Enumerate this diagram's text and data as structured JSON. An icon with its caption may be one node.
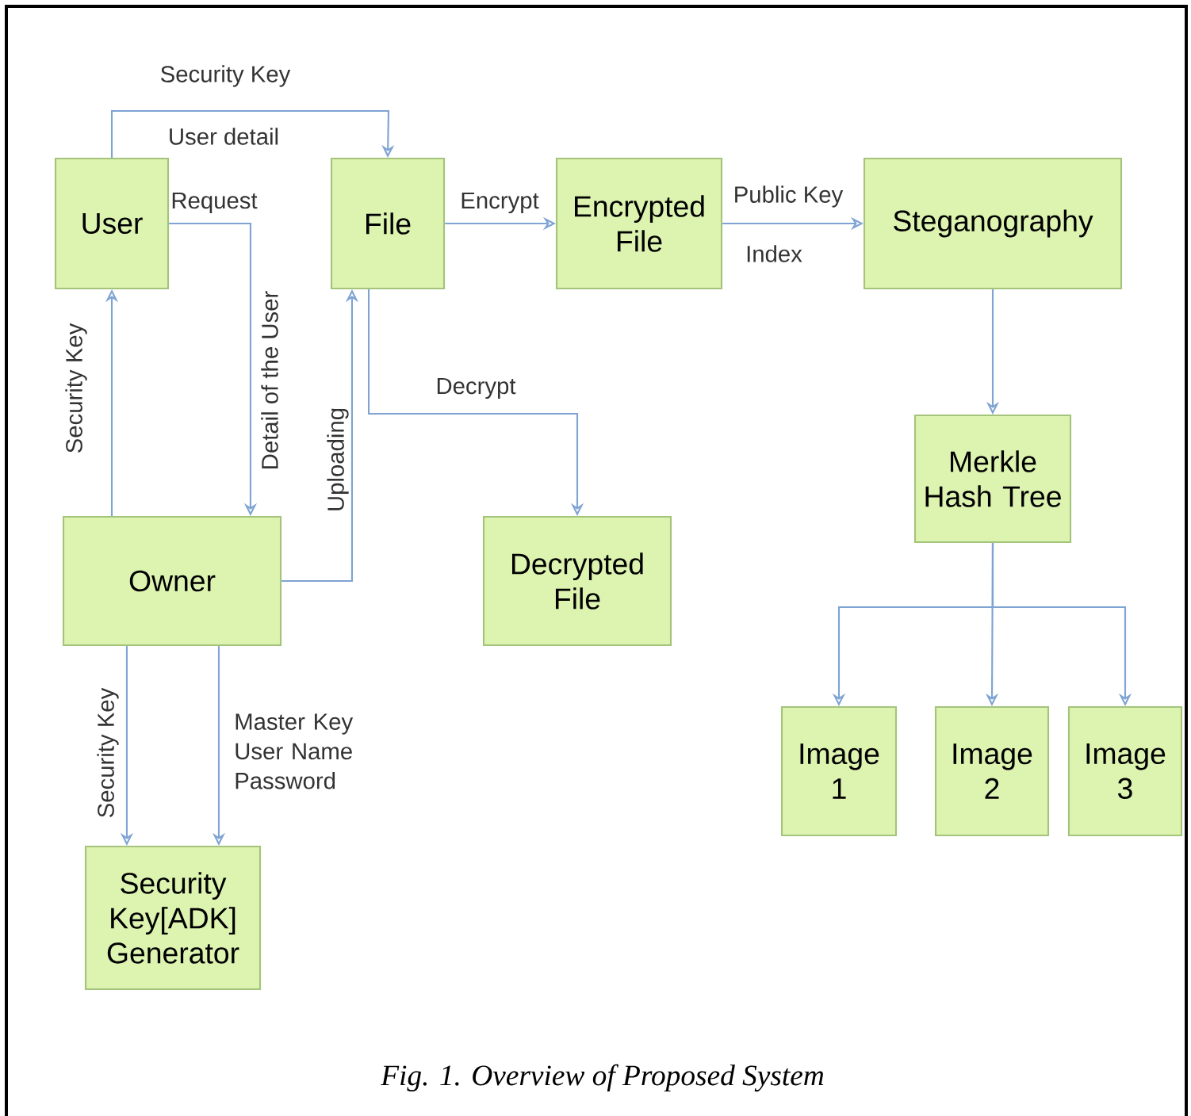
{
  "diagram": {
    "caption": "Fig. 1.  Overview of Proposed System",
    "nodes": [
      {
        "text": [
          "User"
        ]
      },
      {
        "text": [
          "File"
        ]
      },
      {
        "text": [
          "Encrypted File"
        ]
      },
      {
        "text": [
          "Steganography"
        ]
      },
      {
        "text": [
          "Owner"
        ]
      },
      {
        "text": [
          "Decrypted File"
        ]
      },
      {
        "text": [
          "Merkle Hash Tree"
        ]
      },
      {
        "text": [
          "Security Key[ADK] Generator"
        ]
      },
      {
        "text": [
          "Image 1"
        ]
      },
      {
        "text": [
          "Image 2"
        ]
      },
      {
        "text": [
          "Image 3"
        ]
      }
    ],
    "edges": [
      {
        "from": 0,
        "to": 1,
        "arrow": "to",
        "label": "Security Key"
      },
      {
        "from": 0,
        "to": 4,
        "arrow": "to",
        "label": "Request"
      },
      {
        "from": 4,
        "to": 0,
        "arrow": "to",
        "label": "Security Key"
      },
      {
        "from": 4,
        "to": 1,
        "arrow": "to",
        "label": "Uploading"
      },
      {
        "from": 1,
        "to": 2,
        "arrow": "to",
        "label": "Encrypt"
      },
      {
        "from": 1,
        "to": 5,
        "arrow": "to",
        "label": "Decrypt"
      },
      {
        "from": 2,
        "to": 3,
        "arrow": "to",
        "label": "Public Key"
      },
      {
        "from": 3,
        "to": 6,
        "arrow": "to"
      },
      {
        "from": 6,
        "to": 8,
        "arrow": "to"
      },
      {
        "from": 6,
        "to": 9,
        "arrow": "to"
      },
      {
        "from": 6,
        "to": 10,
        "arrow": "to"
      },
      {
        "from": 4,
        "to": 7,
        "arrow": "to",
        "label": "Security Key"
      },
      {
        "from": 4,
        "to": 7,
        "arrow": "to",
        "label": "Master Key User Name Password"
      }
    ],
    "labels": [
      "User detail",
      "Detail of the User",
      "Index"
    ]
  }
}
